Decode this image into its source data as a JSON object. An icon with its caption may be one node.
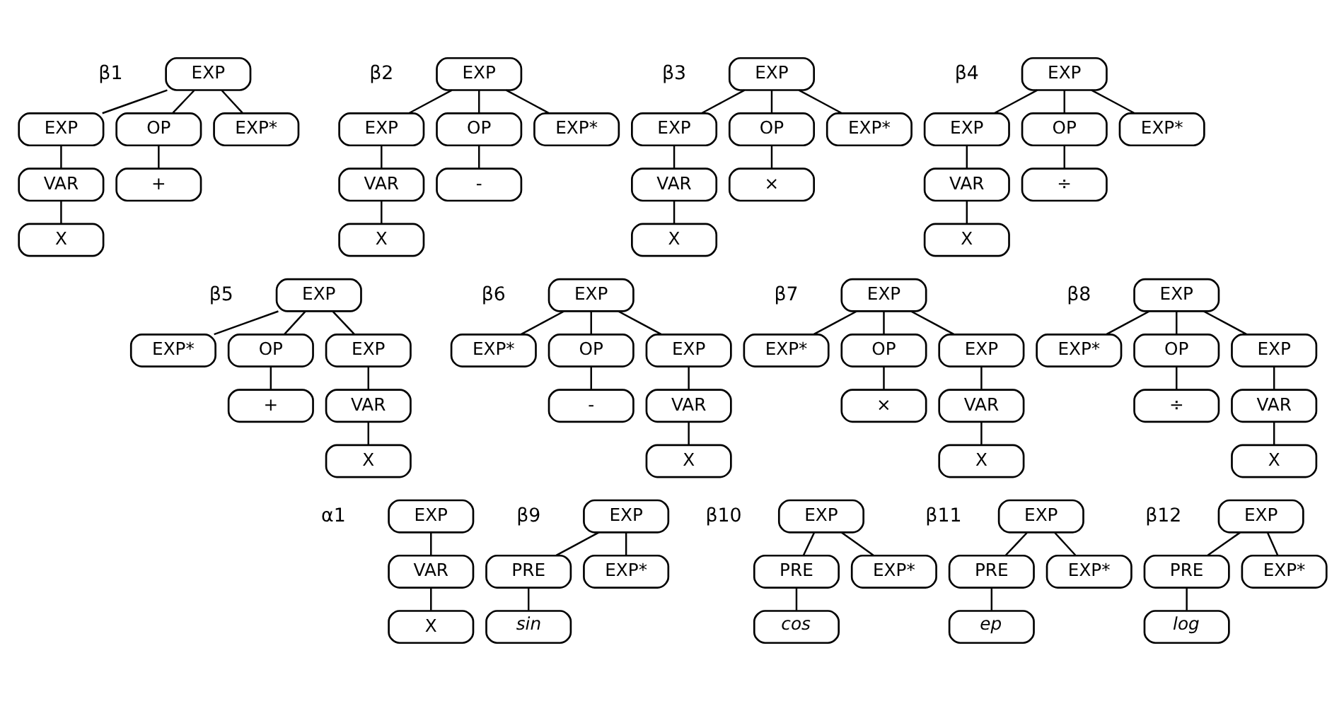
{
  "diagram": {
    "nodes": [
      {
        "text": [
          "EXP"
        ],
        "beside": [
          "β1"
        ]
      },
      {
        "text": [
          "EXP"
        ]
      },
      {
        "text": [
          "OP"
        ]
      },
      {
        "text": [
          "EXP*"
        ]
      },
      {
        "text": [
          "VAR"
        ]
      },
      {
        "text": [
          "+"
        ]
      },
      {
        "text": [
          "X"
        ]
      },
      {
        "text": [
          "EXP"
        ],
        "beside": [
          "β2"
        ]
      },
      {
        "text": [
          "EXP"
        ]
      },
      {
        "text": [
          "OP"
        ]
      },
      {
        "text": [
          "EXP*"
        ]
      },
      {
        "text": [
          "VAR"
        ]
      },
      {
        "text": [
          "-"
        ]
      },
      {
        "text": [
          "X"
        ]
      },
      {
        "text": [
          "EXP"
        ],
        "beside": [
          "β3"
        ]
      },
      {
        "text": [
          "EXP"
        ]
      },
      {
        "text": [
          "OP"
        ]
      },
      {
        "text": [
          "EXP*"
        ]
      },
      {
        "text": [
          "VAR"
        ]
      },
      {
        "text": [
          "×"
        ]
      },
      {
        "text": [
          "X"
        ]
      },
      {
        "text": [
          "EXP"
        ],
        "beside": [
          "β4"
        ]
      },
      {
        "text": [
          "EXP"
        ]
      },
      {
        "text": [
          "OP"
        ]
      },
      {
        "text": [
          "EXP*"
        ]
      },
      {
        "text": [
          "VAR"
        ]
      },
      {
        "text": [
          "÷"
        ]
      },
      {
        "text": [
          "X"
        ]
      },
      {
        "text": [
          "EXP"
        ],
        "beside": [
          "β5"
        ]
      },
      {
        "text": [
          "EXP*"
        ]
      },
      {
        "text": [
          "OP"
        ]
      },
      {
        "text": [
          "EXP"
        ]
      },
      {
        "text": [
          "+"
        ]
      },
      {
        "text": [
          "VAR"
        ]
      },
      {
        "text": [
          "X"
        ]
      },
      {
        "text": [
          "EXP"
        ],
        "beside": [
          "β6"
        ]
      },
      {
        "text": [
          "EXP*"
        ]
      },
      {
        "text": [
          "OP"
        ]
      },
      {
        "text": [
          "EXP"
        ]
      },
      {
        "text": [
          "-"
        ]
      },
      {
        "text": [
          "VAR"
        ]
      },
      {
        "text": [
          "X"
        ]
      },
      {
        "text": [
          "EXP"
        ],
        "beside": [
          "β7"
        ]
      },
      {
        "text": [
          "EXP*"
        ]
      },
      {
        "text": [
          "OP"
        ]
      },
      {
        "text": [
          "EXP"
        ]
      },
      {
        "text": [
          "×"
        ]
      },
      {
        "text": [
          "VAR"
        ]
      },
      {
        "text": [
          "X"
        ]
      },
      {
        "text": [
          "EXP"
        ],
        "beside": [
          "β8"
        ]
      },
      {
        "text": [
          "EXP*"
        ]
      },
      {
        "text": [
          "OP"
        ]
      },
      {
        "text": [
          "EXP"
        ]
      },
      {
        "text": [
          "÷"
        ]
      },
      {
        "text": [
          "VAR"
        ]
      },
      {
        "text": [
          "X"
        ]
      },
      {
        "text": [
          "EXP"
        ],
        "beside": [
          "α1"
        ]
      },
      {
        "text": [
          "VAR"
        ]
      },
      {
        "text": [
          "X"
        ]
      },
      {
        "text": [
          "EXP"
        ],
        "beside": [
          "β9"
        ]
      },
      {
        "text": [
          "PRE"
        ]
      },
      {
        "text": [
          "EXP*"
        ]
      },
      {
        "text": [
          "sin"
        ]
      },
      {
        "text": [
          "EXP"
        ],
        "beside": [
          "β10"
        ]
      },
      {
        "text": [
          "PRE"
        ]
      },
      {
        "text": [
          "EXP*"
        ]
      },
      {
        "text": [
          "cos"
        ]
      },
      {
        "text": [
          "EXP"
        ],
        "beside": [
          "β11"
        ]
      },
      {
        "text": [
          "PRE"
        ]
      },
      {
        "text": [
          "EXP*"
        ]
      },
      {
        "text": [
          "ep"
        ]
      },
      {
        "text": [
          "EXP"
        ],
        "beside": [
          "β12"
        ]
      },
      {
        "text": [
          "PRE"
        ]
      },
      {
        "text": [
          "EXP*"
        ]
      },
      {
        "text": [
          "log"
        ]
      }
    ],
    "edges": [
      {
        "from": 0,
        "to": 1,
        "arrow": "none"
      },
      {
        "from": 0,
        "to": 2,
        "arrow": "none"
      },
      {
        "from": 0,
        "to": 3,
        "arrow": "none"
      },
      {
        "from": 1,
        "to": 4,
        "arrow": "none"
      },
      {
        "from": 2,
        "to": 5,
        "arrow": "none"
      },
      {
        "from": 4,
        "to": 6,
        "arrow": "none"
      },
      {
        "from": 7,
        "to": 8,
        "arrow": "none"
      },
      {
        "from": 7,
        "to": 9,
        "arrow": "none"
      },
      {
        "from": 7,
        "to": 10,
        "arrow": "none"
      },
      {
        "from": 8,
        "to": 11,
        "arrow": "none"
      },
      {
        "from": 9,
        "to": 12,
        "arrow": "none"
      },
      {
        "from": 11,
        "to": 13,
        "arrow": "none"
      },
      {
        "from": 14,
        "to": 15,
        "arrow": "none"
      },
      {
        "from": 14,
        "to": 16,
        "arrow": "none"
      },
      {
        "from": 14,
        "to": 17,
        "arrow": "none"
      },
      {
        "from": 15,
        "to": 18,
        "arrow": "none"
      },
      {
        "from": 16,
        "to": 19,
        "arrow": "none"
      },
      {
        "from": 18,
        "to": 20,
        "arrow": "none"
      },
      {
        "from": 21,
        "to": 22,
        "arrow": "none"
      },
      {
        "from": 21,
        "to": 23,
        "arrow": "none"
      },
      {
        "from": 21,
        "to": 24,
        "arrow": "none"
      },
      {
        "from": 22,
        "to": 25,
        "arrow": "none"
      },
      {
        "from": 23,
        "to": 26,
        "arrow": "none"
      },
      {
        "from": 25,
        "to": 27,
        "arrow": "none"
      },
      {
        "from": 28,
        "to": 29,
        "arrow": "none"
      },
      {
        "from": 28,
        "to": 30,
        "arrow": "none"
      },
      {
        "from": 28,
        "to": 31,
        "arrow": "none"
      },
      {
        "from": 30,
        "to": 32,
        "arrow": "none"
      },
      {
        "from": 31,
        "to": 33,
        "arrow": "none"
      },
      {
        "from": 33,
        "to": 34,
        "arrow": "none"
      },
      {
        "from": 35,
        "to": 36,
        "arrow": "none"
      },
      {
        "from": 35,
        "to": 37,
        "arrow": "none"
      },
      {
        "from": 35,
        "to": 38,
        "arrow": "none"
      },
      {
        "from": 37,
        "to": 39,
        "arrow": "none"
      },
      {
        "from": 38,
        "to": 40,
        "arrow": "none"
      },
      {
        "from": 40,
        "to": 41,
        "arrow": "none"
      },
      {
        "from": 42,
        "to": 43,
        "arrow": "none"
      },
      {
        "from": 42,
        "to": 44,
        "arrow": "none"
      },
      {
        "from": 42,
        "to": 45,
        "arrow": "none"
      },
      {
        "from": 44,
        "to": 46,
        "arrow": "none"
      },
      {
        "from": 45,
        "to": 47,
        "arrow": "none"
      },
      {
        "from": 47,
        "to": 48,
        "arrow": "none"
      },
      {
        "from": 49,
        "to": 50,
        "arrow": "none"
      },
      {
        "from": 49,
        "to": 51,
        "arrow": "none"
      },
      {
        "from": 49,
        "to": 52,
        "arrow": "none"
      },
      {
        "from": 51,
        "to": 53,
        "arrow": "none"
      },
      {
        "from": 52,
        "to": 54,
        "arrow": "none"
      },
      {
        "from": 54,
        "to": 55,
        "arrow": "none"
      },
      {
        "from": 56,
        "to": 57,
        "arrow": "none"
      },
      {
        "from": 57,
        "to": 58,
        "arrow": "none"
      },
      {
        "from": 59,
        "to": 60,
        "arrow": "none"
      },
      {
        "from": 59,
        "to": 61,
        "arrow": "none"
      },
      {
        "from": 60,
        "to": 62,
        "arrow": "none"
      },
      {
        "from": 63,
        "to": 64,
        "arrow": "none"
      },
      {
        "from": 63,
        "to": 65,
        "arrow": "none"
      },
      {
        "from": 64,
        "to": 66,
        "arrow": "none"
      },
      {
        "from": 67,
        "to": 68,
        "arrow": "none"
      },
      {
        "from": 67,
        "to": 69,
        "arrow": "none"
      },
      {
        "from": 68,
        "to": 70,
        "arrow": "none"
      },
      {
        "from": 71,
        "to": 72,
        "arrow": "none"
      },
      {
        "from": 71,
        "to": 73,
        "arrow": "none"
      },
      {
        "from": 72,
        "to": 74,
        "arrow": "none"
      }
    ]
  }
}
